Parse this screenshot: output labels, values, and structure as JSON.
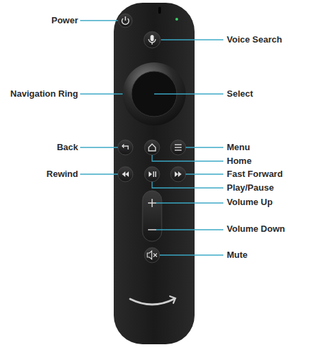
{
  "diagram": {
    "labels": [
      "Power",
      "Voice Search",
      "Navigation Ring",
      "Select",
      "Back",
      "Menu",
      "Home",
      "Rewind",
      "Fast Forward",
      "Play/Pause",
      "Volume Up",
      "Volume Down",
      "Mute"
    ]
  }
}
